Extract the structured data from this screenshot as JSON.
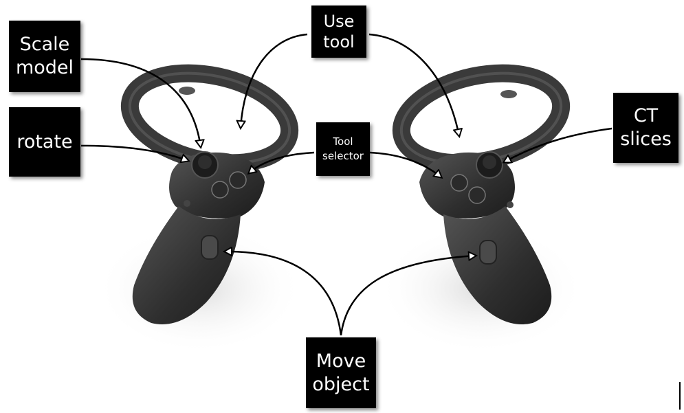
{
  "labels": {
    "scale_model": "Scale\nmodel",
    "rotate": "rotate",
    "use_tool": "Use\ntool",
    "tool_selector": "Tool\nselector",
    "ct_slices": "CT\nslices",
    "move_object": "Move\nobject"
  },
  "colors": {
    "label_bg": "#000000",
    "label_text": "#ffffff",
    "arrow": "#000000",
    "controller_body": "#3a3a3a"
  },
  "images": {
    "left_controller": "vr-controller-left",
    "right_controller": "vr-controller-right"
  }
}
